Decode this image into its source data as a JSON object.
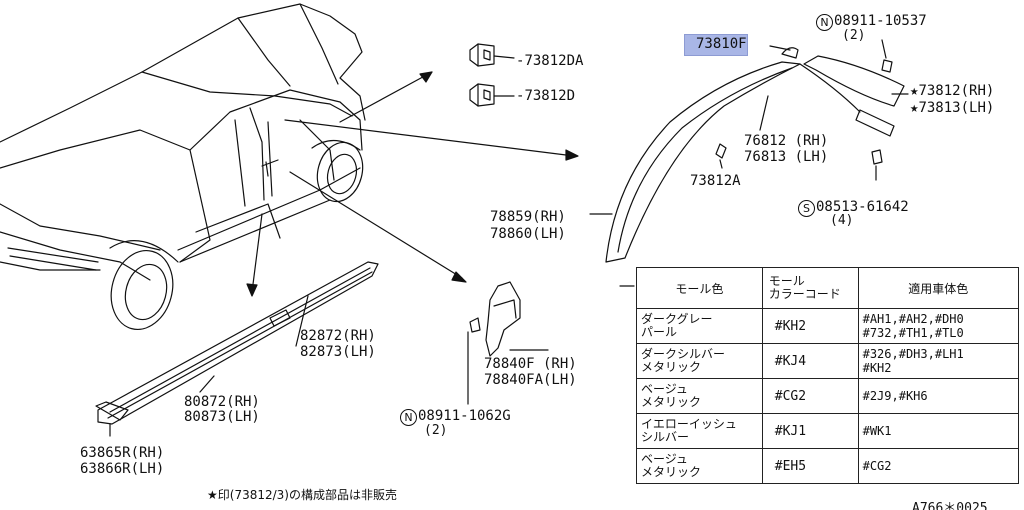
{
  "parts": {
    "p73812DA": "73812DA",
    "p73812D": "73812D",
    "p73810F": "73810F",
    "n08911_10537": "08911-10537",
    "qty2_top": "(2)",
    "p73812_rh": "73812(RH)",
    "p73813_lh": "73813(LH)",
    "p76812_rh": "76812 (RH)",
    "p76813_lh": "76813 (LH)",
    "p73812A": "73812A",
    "s08513_61642": "08513-61642",
    "qty4": "(4)",
    "p78859_rh": "78859(RH)",
    "p78860_lh": "78860(LH)",
    "p82872_rh": "82872(RH)",
    "p82873_lh": "82873(LH)",
    "p78840F_rh": "78840F (RH)",
    "p78840FA_lh": "78840FA(LH)",
    "p80872_rh": "80872(RH)",
    "p80873_lh": "80873(LH)",
    "n08911_1062G": "08911-1062G",
    "qty2_bottom": "(2)",
    "p63865R_rh": "63865R(RH)",
    "p63866R_lh": "63866R(LH)"
  },
  "symbols": {
    "n": "N",
    "s": "S",
    "star": "★"
  },
  "table": {
    "headers": [
      "モール色",
      "モール\nカラーコード",
      "適用車体色"
    ],
    "rows": [
      [
        "ダークグレー\nパール",
        "#KH2",
        "#AH1,#AH2,#DH0\n#732,#TH1,#TL0"
      ],
      [
        "ダークシルバー\nメタリック",
        "#KJ4",
        "#326,#DH3,#LH1\n#KH2"
      ],
      [
        "ベージュ\nメタリック",
        "#CG2",
        "#2J9,#KH6"
      ],
      [
        "イエローイッシュ\nシルバー",
        "#KJ1",
        "#WK1"
      ],
      [
        "ベージュ\nメタリック",
        "#EH5",
        "#CG2"
      ]
    ]
  },
  "note": "★印(73812/3)の構成部品は非販売",
  "diagram_code": "A766＊0025",
  "colors": {
    "highlight": "#a9b6e6",
    "line": "#111111"
  }
}
